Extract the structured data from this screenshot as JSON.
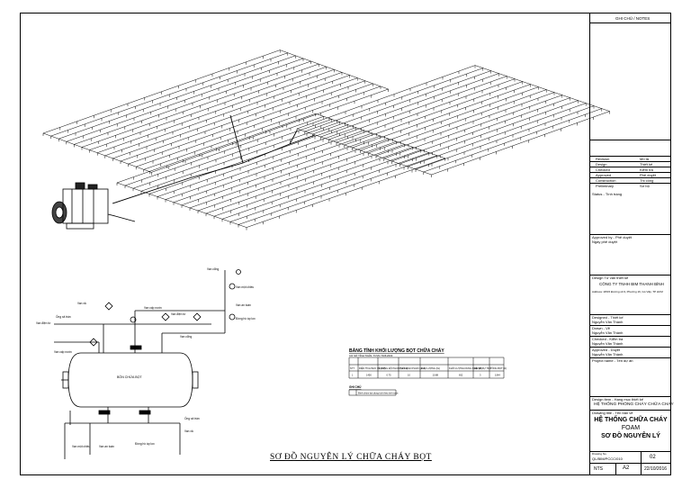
{
  "title_block": {
    "notes_header": "GHI CHÚ / NOTES",
    "revision_table": [
      {
        "label": "Revision",
        "value": "Mô tả"
      },
      {
        "label": "Design",
        "value": "Thiết kế"
      },
      {
        "label": "Checked",
        "value": "Kiểm tra"
      },
      {
        "label": "Approved",
        "value": "Phê duyệt"
      },
      {
        "label": "Construction",
        "value": "Thi công"
      },
      {
        "label": "Preliminary",
        "value": "Sơ bộ"
      }
    ],
    "status_label": "Status - Tình trạng",
    "approval_label": "Approved by - Phê duyệt",
    "date_label": "Ngày phê duyệt",
    "contractor_label": "Design Tư vấn thiết kế",
    "company_name": "CÔNG TY TNHH BIM THANH BÌNH",
    "company_address": "Address: 28/15 Đường số 9, Phường 16, Gò Vấp, TP HCM",
    "designer_rows": [
      {
        "label": "Designed - Thiết kế",
        "value": "Nguyễn Văn Thành"
      },
      {
        "label": "Drawn - Vẽ",
        "value": "Nguyễn Văn Thành"
      },
      {
        "label": "Checked - Kiểm tra",
        "value": "Nguyễn Văn Thành"
      },
      {
        "label": "Approved - Duyệt",
        "value": "Nguyễn Văn Thành"
      }
    ],
    "project_label": "Project name - Tên dự án",
    "design_item_label": "Design item - Hạng mục thiết kế",
    "design_item_value": "HỆ THỐNG PHÒNG CHÁY CHỮA CHÁY",
    "drawing_title_label": "Drawing title - Tên bản vẽ",
    "drawing_title_lines": [
      "HỆ THỐNG CHỮA CHÁY",
      "FOAM",
      "SƠ ĐỒ NGUYÊN LÝ"
    ],
    "drawing_no_label": "Drawing No.",
    "drawing_no": "QL/BIM/PCCC/010",
    "scale": "NTS",
    "size": "A2",
    "date": "22/10/2016",
    "sheet": "02"
  },
  "legend_table": {
    "title": "BẢNG TÍNH KHỐI LƯỢNG BỌT CHỮA CHÁY",
    "subtitle": "CƠ SỞ TÍNH TOÁN: TCVN 7336:2003",
    "headers": [
      "STT",
      "DIỆN TÍCH BẢO VỆ (m2)",
      "CƯỜNG ĐỘ PHUN (l/s.m2)",
      "THỜI GIAN PHUN (phút)",
      "LƯU LƯỢNG (l/s)",
      "KHỐI LƯỢNG DUNG DỊCH (lít)",
      "HỆ SỐ DỰ TRỮ",
      "TỔNG BỌT (lít)"
    ],
    "values": [
      "1",
      "1450",
      "0.75",
      "10",
      "10.88",
      "652",
      "3",
      "1044"
    ],
    "notes_title": "GHI CHÚ",
    "notes_text": "Bình chứa bọt dung tích theo tính toán"
  },
  "schematic": {
    "tank_label": "BỒN CHỨA BỌT",
    "valve_labels": [
      "Van cổng",
      "Van một chiều",
      "Van an toàn",
      "Đồng hồ áp lực",
      "Van xả",
      "Ống xả tràn",
      "Van cấp nước",
      "Van điện từ"
    ]
  },
  "caption": "SƠ ĐỒ NGUYÊN LÝ CHỮA CHÁY BỌT",
  "colors": {
    "line": "#000000",
    "background": "#ffffff"
  }
}
